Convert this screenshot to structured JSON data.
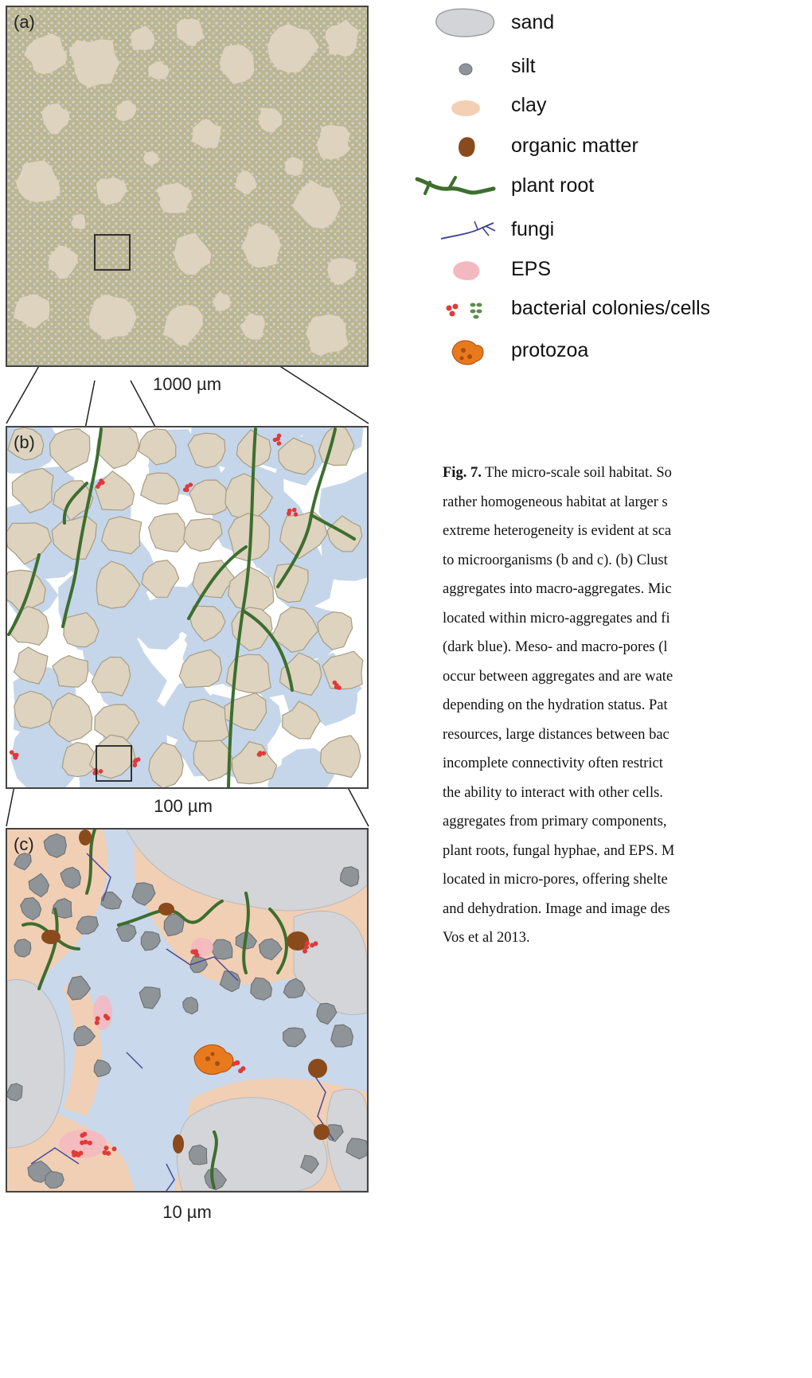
{
  "panels": {
    "a": {
      "label": "(a)",
      "scale": "1000 µm"
    },
    "b": {
      "label": "(b)",
      "scale": "100 µm"
    },
    "c": {
      "label": "(c)",
      "scale": "10 µm"
    }
  },
  "legend": [
    {
      "label": "sand",
      "icon": "sand-icon",
      "color": "#d3d4d8"
    },
    {
      "label": "silt",
      "icon": "silt-icon",
      "color": "#8f9498"
    },
    {
      "label": "clay",
      "icon": "clay-icon",
      "color": "#f3cfb3"
    },
    {
      "label": "organic matter",
      "icon": "organic-matter-icon",
      "color": "#8a4a1c"
    },
    {
      "label": "plant root",
      "icon": "plant-root-icon",
      "color": "#3d6e2e"
    },
    {
      "label": "fungi",
      "icon": "fungi-icon",
      "color": "#3f3f8f"
    },
    {
      "label": "EPS",
      "icon": "eps-icon",
      "color": "#f4b8c0"
    },
    {
      "label": "bacterial colonies/cells",
      "icon": "bacteria-icon",
      "color": "#e03a3a"
    },
    {
      "label": "protozoa",
      "icon": "protozoa-icon",
      "color": "#e87a1e"
    }
  ],
  "caption": {
    "figure_label": "Fig. 7.",
    "lines": [
      " The micro-scale soil habitat. So",
      "rather homogeneous habitat at larger s",
      "extreme heterogeneity is evident at sca",
      "to microorganisms (b and c). (b) Clust",
      "aggregates into macro-aggregates. Mic",
      "located within micro-aggregates and fi",
      "(dark blue). Meso- and macro-pores (l",
      "occur between aggregates and are wate",
      "depending on the hydration status. Pat",
      "resources, large distances between bac",
      "incomplete connectivity often restrict",
      "the ability to interact with other cells.",
      "aggregates from primary components,",
      "plant roots, fungal hyphae, and EPS. M",
      "located in micro-pores, offering shelte",
      "and dehydration. Image and image des",
      "Vos et al 2013."
    ]
  },
  "colors": {
    "sand": "#ddd3bf",
    "matrix": "#b9b28f",
    "water": "#c5d6ea",
    "pore_dark": "#9fbcd9",
    "root": "#3d6e2e",
    "bacteria": "#e03a3a"
  }
}
